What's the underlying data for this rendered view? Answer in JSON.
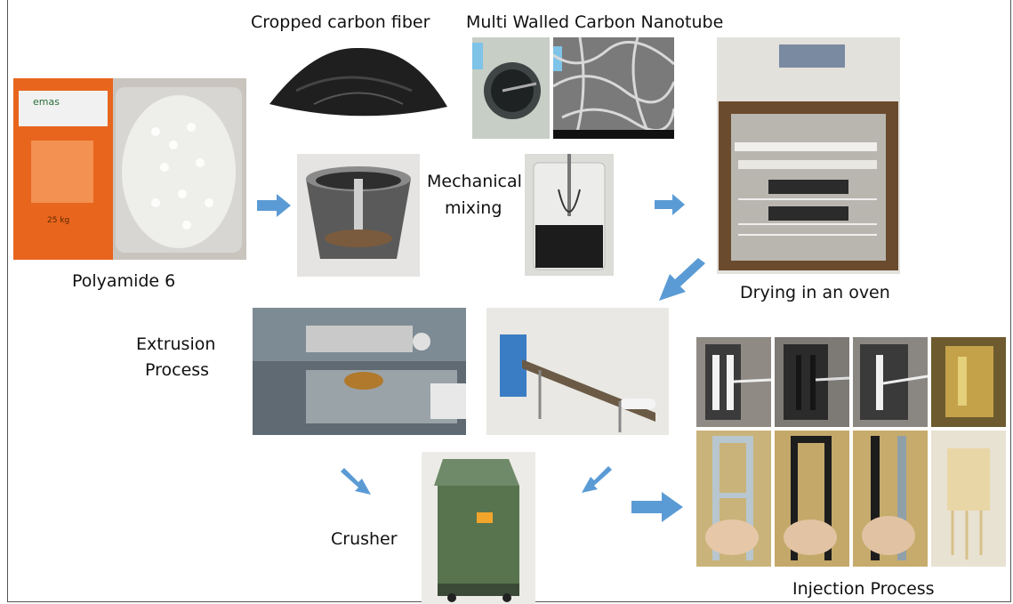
{
  "labels": {
    "cropped_carbon_fiber": "Cropped carbon fiber",
    "mwcnt": "Multi Walled Carbon Nanotube",
    "mechanical_mixing_1": "Mechanical",
    "mechanical_mixing_2": "mixing",
    "polyamide": "Polyamide 6",
    "drying": "Drying in an oven",
    "extrusion_1": "Extrusion",
    "extrusion_2": "Process",
    "crusher": "Crusher",
    "injection": "Injection Process"
  },
  "photos": {
    "bag_text": "25 kg",
    "bag_brand": "emas"
  },
  "colors": {
    "arrow": "#5b9bd5",
    "border": "#555555"
  }
}
